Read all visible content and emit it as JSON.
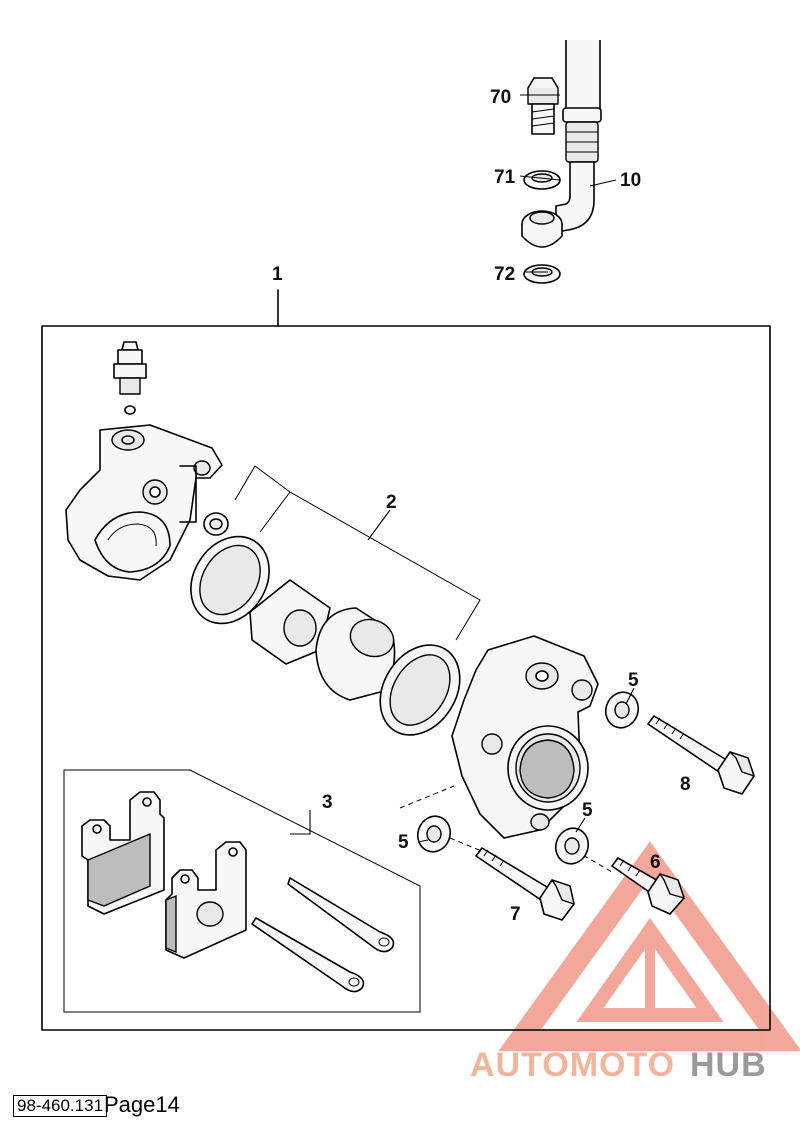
{
  "callouts": {
    "c70": "70",
    "c71": "71",
    "c10": "10",
    "c72": "72",
    "c1": "1",
    "c2": "2",
    "c3": "3",
    "c5a": "5",
    "c5b": "5",
    "c5c": "5",
    "c6": "6",
    "c7": "7",
    "c8": "8"
  },
  "footer": {
    "doc_number": "98-460.131",
    "page_label": "Page14"
  },
  "watermark": {
    "brand_left": "AUTOMOTO",
    "brand_right": "HUB",
    "colors": {
      "triangle": "#f08a7a",
      "left_text": "#f3b49b",
      "right_text": "#9a9a9a"
    }
  }
}
